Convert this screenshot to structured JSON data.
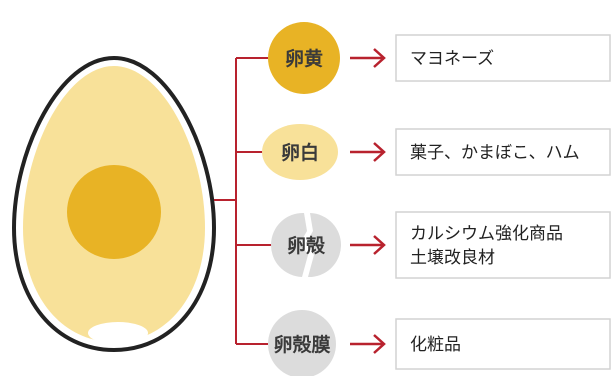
{
  "parts": [
    {
      "name": "卵黄",
      "uses": [
        "マヨネーズ"
      ],
      "fill": "#e8b325",
      "text_color": "#3a3a3a"
    },
    {
      "name": "卵白",
      "uses": [
        "菓子、かまぼこ、ハム"
      ],
      "fill": "#f8e199",
      "text_color": "#3a3a3a"
    },
    {
      "name": "卵殻",
      "uses": [
        "カルシウム強化商品",
        "土壌改良材"
      ],
      "fill": "#dcdcdc",
      "text_color": "#3a3a3a"
    },
    {
      "name": "卵殻膜",
      "uses": [
        "化粧品"
      ],
      "fill": "#dcdcdc",
      "text_color": "#3a3a3a"
    }
  ],
  "colors": {
    "connector": "#b8222e",
    "box_border": "#d2d2d2",
    "egg_outline": "#222222",
    "egg_white": "#f8e199",
    "egg_yolk": "#e8b325",
    "air_cell": "#ffffff"
  }
}
